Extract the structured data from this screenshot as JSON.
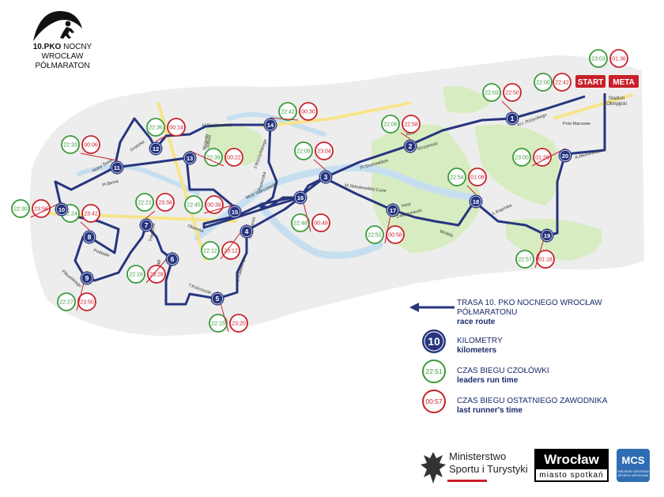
{
  "header": {
    "logo_bold": "10.PKO",
    "logo_line1_rest": "NOCNY WROCŁAW",
    "logo_line2": "PÓŁMARATON",
    "runner_icon": "runner-icon"
  },
  "colors": {
    "route": "#27357e",
    "leaders": "#3a9a3a",
    "last": "#c8202a",
    "park": "#d8ecc2",
    "water": "#c6dff0",
    "street": "#f7e48a",
    "block": "#e9e9e9"
  },
  "start_label": "START",
  "meta_label": "META",
  "stadium_label": "Stadion\nOlimpijski",
  "kilometers": [
    {
      "n": "1",
      "lead": "22:03",
      "last": "22:50"
    },
    {
      "n": "2",
      "lead": "22:06",
      "last": "22:58"
    },
    {
      "n": "3",
      "lead": "22:09",
      "last": "23:04"
    },
    {
      "n": "4",
      "lead": "22:12",
      "last": "23:12"
    },
    {
      "n": "5",
      "lead": "22:15",
      "last": "23:20"
    },
    {
      "n": "6",
      "lead": "22:18",
      "last": "23:28"
    },
    {
      "n": "7",
      "lead": "22:21",
      "last": "23:34"
    },
    {
      "n": "8",
      "lead": "22:24",
      "last": "23:42"
    },
    {
      "n": "9",
      "lead": "22:27",
      "last": "23:50"
    },
    {
      "n": "10",
      "lead": "22:30",
      "last": "23:58"
    },
    {
      "n": "11",
      "lead": "22:33",
      "last": "00:06"
    },
    {
      "n": "12",
      "lead": "22:36",
      "last": "00:14"
    },
    {
      "n": "13",
      "lead": "22:39",
      "last": "00:22"
    },
    {
      "n": "14",
      "lead": "22:42",
      "last": "00:30"
    },
    {
      "n": "15",
      "lead": "22:45",
      "last": "00:39"
    },
    {
      "n": "16",
      "lead": "22:48",
      "last": "00:48"
    },
    {
      "n": "17",
      "lead": "22:51",
      "last": "00:58"
    },
    {
      "n": "18",
      "lead": "22:54",
      "last": "01:08"
    },
    {
      "n": "19",
      "lead": "22:57",
      "last": "01:18"
    },
    {
      "n": "20",
      "lead": "23:00",
      "last": "01:26"
    }
  ],
  "start_times": {
    "lead": "22:00",
    "last": "22:42"
  },
  "finish_times": {
    "lead": "23:03",
    "last": "01:36"
  },
  "streets": [
    "Al.I. Różyckiego",
    "Pola Marsowe",
    "A.Mickiewicza",
    "most",
    "Szczytnicki",
    "Pl.Grunwaldzki",
    "M.Skłodowskiej-Curie",
    "most",
    "Zwierzyniecki",
    "Wróbla",
    "Ł.Koprnika",
    "H.Sienkiewicza",
    "J.Wyszyńskiego",
    "Pomorska",
    "Dubois",
    "Most Warszawski",
    "Grodzka",
    "Oławska",
    "Kazimierza",
    "Piłsudskiego",
    "H.Kołłątaja",
    "T.Kościuszki",
    "Wygoda",
    "E.Pułaskiego",
    "Traugutta",
    "Podwale",
    "Pl.Bema",
    "Nowy Świat"
  ],
  "legend": {
    "route_label": "TRASA 10. PKO NOCNEGO WROCŁAW PÓŁMARATONU",
    "route_sub": "race route",
    "km_sample": "10",
    "km_label": "KILOMETRY",
    "km_sub": "kilometers",
    "lead_sample": "22:51",
    "lead_label": "CZAS BIEGU CZOŁÓWKI",
    "lead_sub": "leaders run time",
    "last_sample": "00:57",
    "last_label": "CZAS BIEGU OSTATNIEGO ZAWODNIKA",
    "last_sub": "last runner's time"
  },
  "sponsors": {
    "ministry_line1": "Ministerstwo",
    "ministry_line2": "Sportu i Turystyki",
    "city_name": "Wrocław",
    "city_tagline": "miasto spotkań",
    "mcs_mark": "MCS",
    "mcs_text": "MIEJSKIE CENTRUM SPORTU WROCŁAW"
  }
}
